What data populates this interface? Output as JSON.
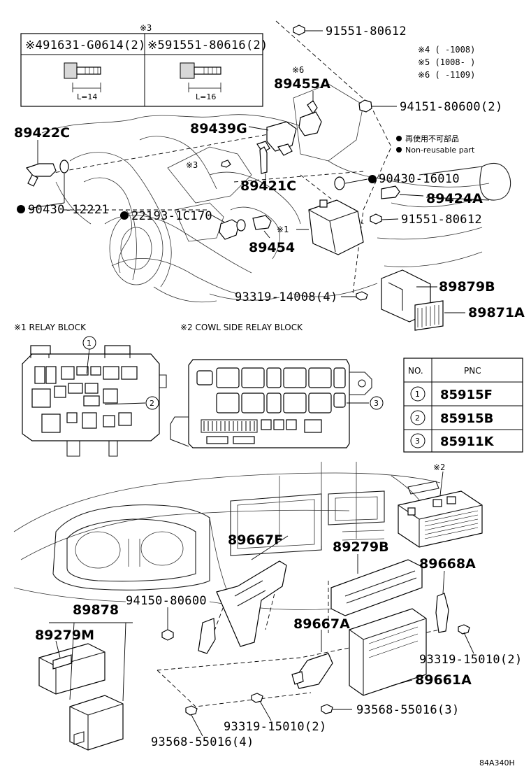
{
  "figure_code": "84A340H",
  "legend": {
    "non_reusable_jp": "再使用不可部品",
    "non_reusable_en": "Non-reusable part",
    "note4": "※4 (      -1008)",
    "note5": "※5 (1008-      )",
    "note6": "※6 (      -1109)"
  },
  "bolt_box": {
    "ref": "※3",
    "left_label": "※491631-G0614(2)",
    "right_label": "※591551-80616(2)",
    "left_len": "L=14",
    "right_len": "L=16"
  },
  "captions": {
    "relay_block": "※1 RELAY BLOCK",
    "cowl_block": "※2 COWL SIDE RELAY BLOCK",
    "ref1": "※1",
    "ref2": "※2",
    "ref3": "※3",
    "ref6": "※6"
  },
  "callouts": {
    "c1": "1",
    "c2": "2",
    "c3": "3"
  },
  "pnc_table": {
    "header_no": "NO.",
    "header_pnc": "PNC",
    "rows": [
      {
        "no": "1",
        "pnc": "85915F"
      },
      {
        "no": "2",
        "pnc": "85915B"
      },
      {
        "no": "3",
        "pnc": "85911K"
      }
    ]
  },
  "parts": {
    "p91551_80612_a": "91551-80612",
    "p89455A": "89455A",
    "p94151_80600": "94151-80600(2)",
    "p89422C": "89422C",
    "p89439G": "89439G",
    "p90430_16010": "90430-16010",
    "p89421C": "89421C",
    "p89424A": "89424A",
    "p90430_12221": "90430-12221",
    "p22193": "22193-1C170",
    "p91551_80612_b": "91551-80612",
    "p89454": "89454",
    "p93319_14008": "93319-14008(4)",
    "p89879B": "89879B",
    "p89871A": "89871A",
    "p89667F": "89667F",
    "p89279B": "89279B",
    "p89668A": "89668A",
    "p94150_80600": "94150-80600",
    "p89878": "89878",
    "p89279M": "89279M",
    "p89667A": "89667A",
    "p93319_15010_r": "93319-15010(2)",
    "p89661A": "89661A",
    "p93568_55016_3": "93568-55016(3)",
    "p93319_15010_b": "93319-15010(2)",
    "p93568_55016_4": "93568-55016(4)"
  }
}
